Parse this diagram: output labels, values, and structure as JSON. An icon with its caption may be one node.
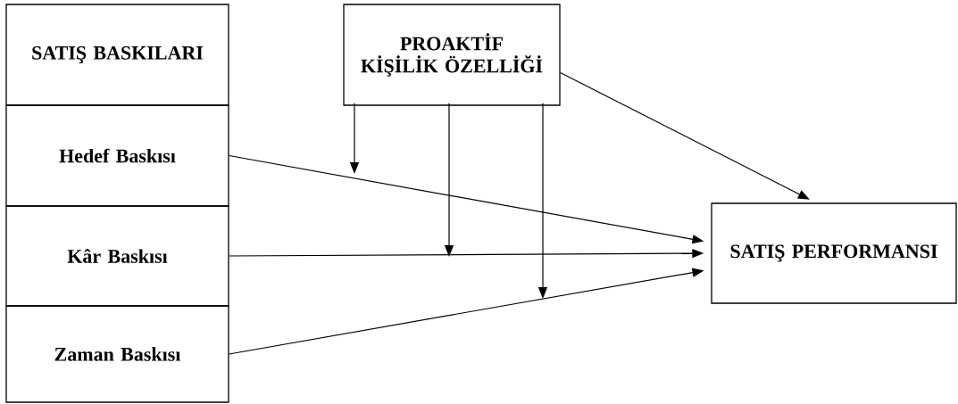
{
  "diagram": {
    "nodes": [
      {
        "text": [
          "SATIŞ BASKILARI"
        ]
      },
      {
        "text": [
          "Hedef Baskısı"
        ]
      },
      {
        "text": [
          "Kâr Baskısı"
        ]
      },
      {
        "text": [
          "Zaman Baskısı"
        ]
      },
      {
        "text": [
          "PROAKTİF KİŞİLİK ÖZELLİĞİ"
        ]
      },
      {
        "text": [
          "SATIŞ PERFORMANSI"
        ]
      }
    ],
    "edges": [
      {
        "from": 1,
        "to": 5,
        "arrow": "to"
      },
      {
        "from": 2,
        "to": 5,
        "arrow": "to"
      },
      {
        "from": 3,
        "to": 5,
        "arrow": "to"
      },
      {
        "from": 4,
        "to": 5,
        "arrow": "to"
      },
      {
        "from": 4,
        "to": null,
        "arrow": "to"
      },
      {
        "from": 4,
        "to": null,
        "arrow": "to"
      },
      {
        "from": 4,
        "to": null,
        "arrow": "to"
      }
    ]
  }
}
